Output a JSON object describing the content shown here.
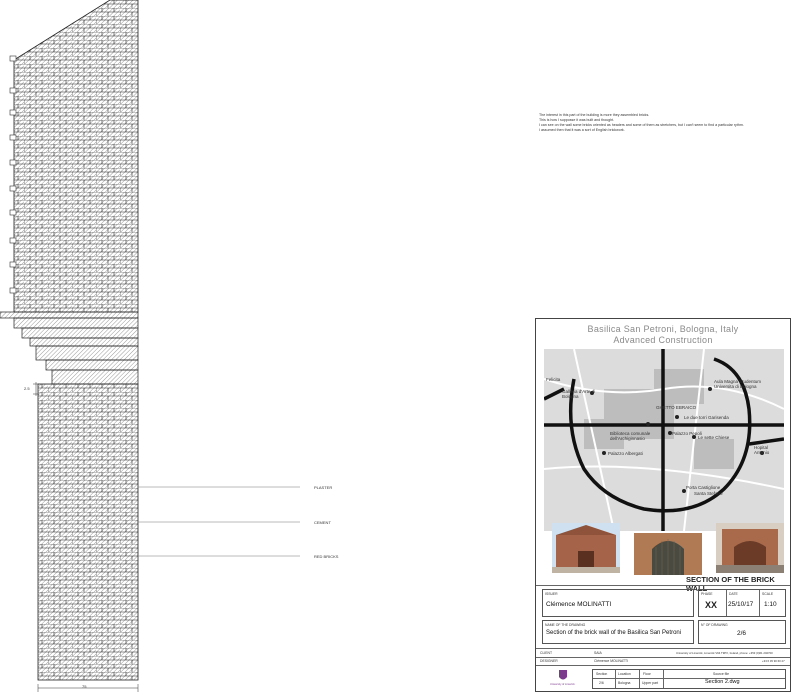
{
  "wall_labels": {
    "plaster": "PLASTER",
    "cement": "CEMENT",
    "red_bricks": "RED BRICKS",
    "dim_bottom": "75",
    "dim_left": "2.5"
  },
  "notes": [
    "The interest in this part of the building is more they assembled bricks.",
    "This is how I supposse it was built and thought.",
    "I can see on the wall some bricks oriented as headers and some of them as stretchers, but I can't seem to find a particular rythm.",
    "I assumed then that it was a sort of English brickwork."
  ],
  "title_block": {
    "project_title": "Basilica San Petroni, Bologna, Italy",
    "course": "Advanced Construction",
    "map_labels": [
      "Felicita",
      "Galleria d'Arte di Bologna",
      "Aula Magna Studentum Universita di Bologna",
      "GHETTO EBRAICO",
      "Le due torri Garisenda",
      "Palazzo Pepoli",
      "Biblioteca comunale dell'Archiginnasio",
      "Le sette Chiese",
      "Palazzo Albergati",
      "Hopital Antonio",
      "Porta Castiglione",
      "Santa Stefano"
    ],
    "section_title": "SECTION OF THE BRICK WALL",
    "issuer_label": "ISSUER",
    "issuer": "Clémence MOLINATTI",
    "phase_label": "PHASE",
    "phase": "XX",
    "date_label": "DATE",
    "date": "25/10/17",
    "scale_label": "SCALE",
    "scale": "1:10",
    "drawing_name_label": "NAME OF THE DRAWING",
    "drawing_name": "Section of the brick wall of the Basilica San Petroni",
    "drawing_no_label": "N° OF DRAWING",
    "drawing_no": "2/6",
    "client_label": "CLIENT",
    "client": "SAIA",
    "client_address": "University of Limerick, Limerick V94 T9PX, Ireland, phone: +353 (0)61 202700",
    "designer_label": "DESIGNER",
    "designer": "Clémence MOLINATTI",
    "designer_phone": "+33 6 45 90 60 27",
    "logo_text": "University of Limerick",
    "footer_headers": [
      "Section",
      "Location",
      "Floor",
      "Source file"
    ],
    "footer_values": [
      "2/6",
      "Bologna",
      "Upper part",
      "Section 2.dwg"
    ]
  }
}
